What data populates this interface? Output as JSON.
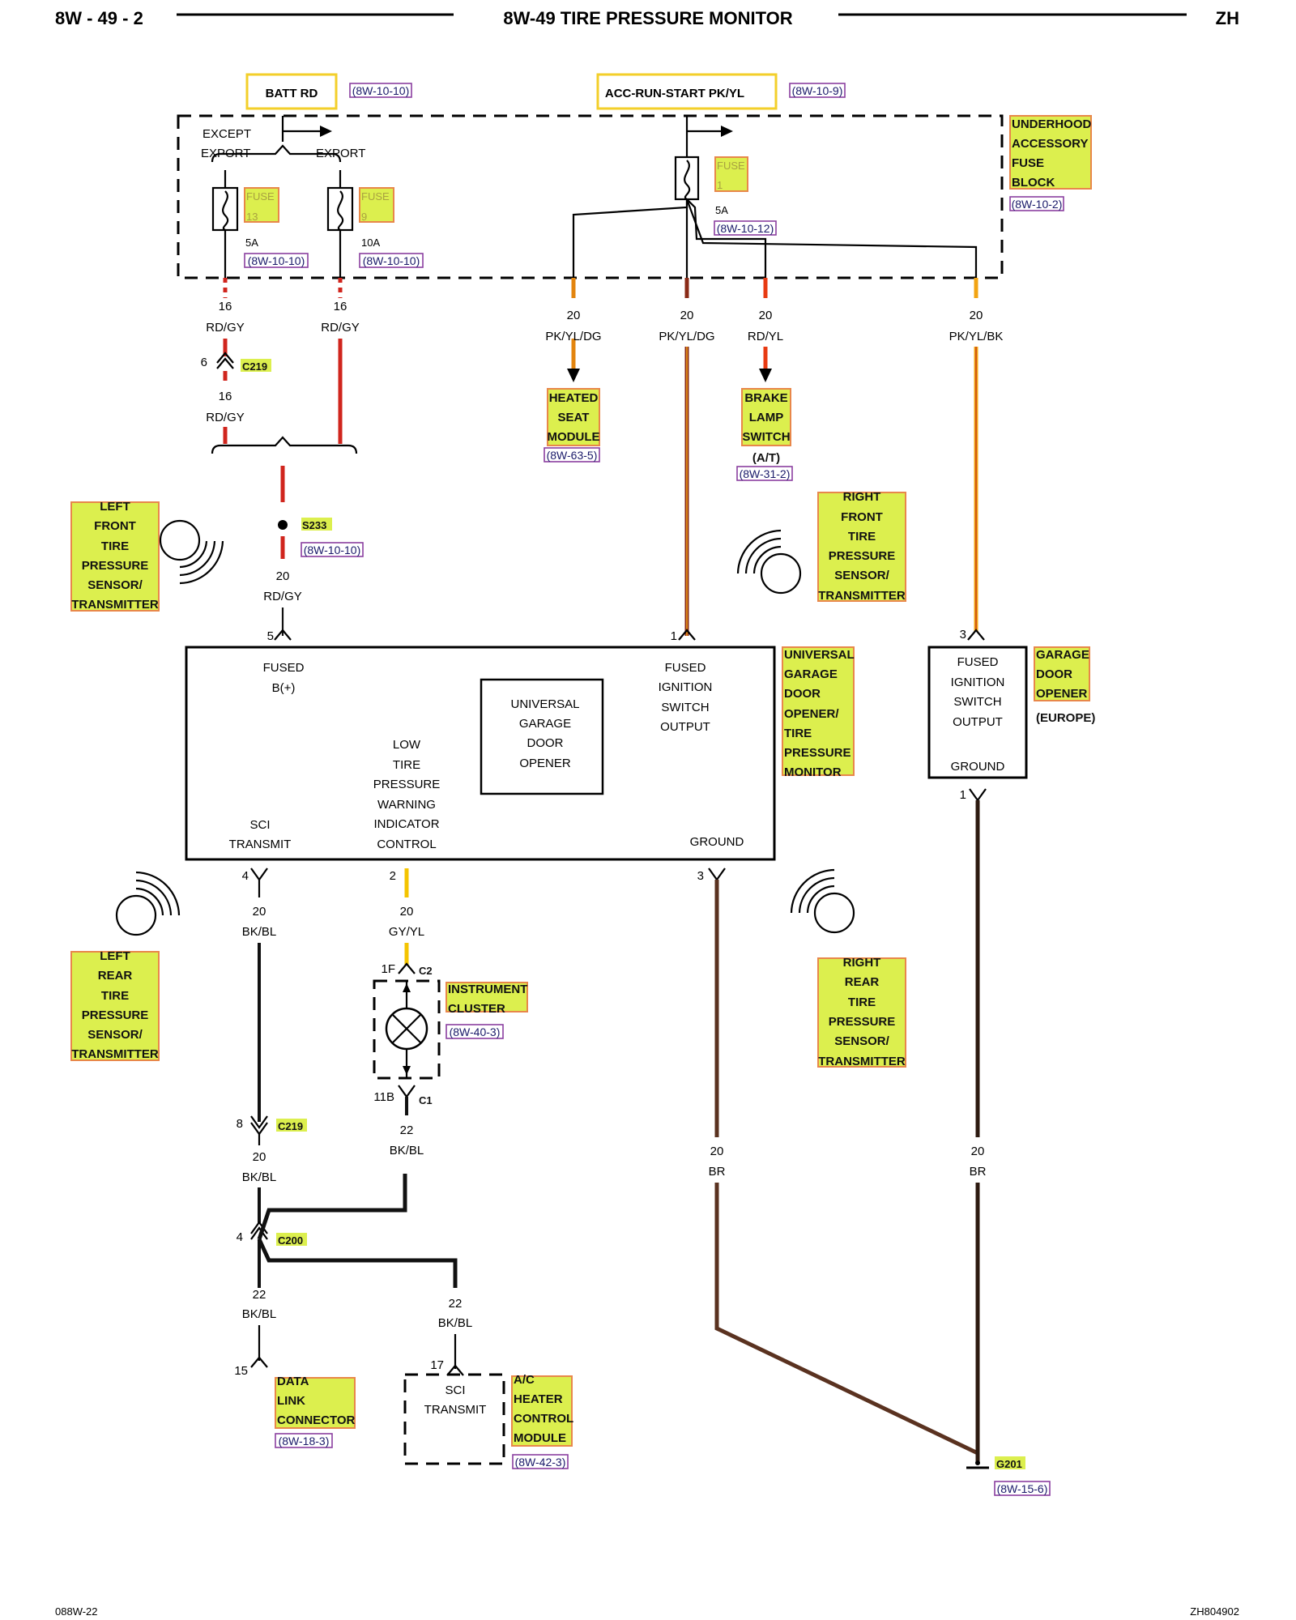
{
  "header": {
    "page_id": "8W - 49 - 2",
    "title": "8W-49 TIRE PRESSURE MONITOR",
    "code": "ZH"
  },
  "footer": {
    "left": "088W-22",
    "right": "ZH804902"
  },
  "sources": {
    "batt": {
      "label": "BATT RD",
      "ref": "(8W-10-10)"
    },
    "acc": {
      "label": "ACC-RUN-START PK/YL",
      "ref": "(8W-10-9)"
    }
  },
  "fuse_block": {
    "except_label": "EXCEPT\nEXPORT",
    "export_label": "EXPORT",
    "title": [
      "UNDERHOOD",
      "ACCESSORY",
      "FUSE",
      "BLOCK"
    ],
    "ref": "(8W-10-2)",
    "fuses": [
      {
        "name": "FUSE",
        "number": "13",
        "rating": "5A",
        "ref": "(8W-10-10)"
      },
      {
        "name": "FUSE",
        "number": "9",
        "rating": "10A",
        "ref": "(8W-10-10)"
      },
      {
        "name": "FUSE",
        "number": "1",
        "rating": "5A",
        "ref": "(8W-10-12)"
      }
    ]
  },
  "wires": {
    "w_rdgy_a": {
      "gauge": "16",
      "color": "RD/GY"
    },
    "w_rdgy_b": {
      "gauge": "16",
      "color": "RD/GY"
    },
    "w_rdgy_c": {
      "gauge": "16",
      "color": "RD/GY"
    },
    "w_rdgy_d": {
      "gauge": "20",
      "color": "RD/GY"
    },
    "w_heated": {
      "gauge": "20",
      "color": "PK/YL/DG"
    },
    "w_ign": {
      "gauge": "20",
      "color": "PK/YL/DG"
    },
    "w_brake": {
      "gauge": "20",
      "color": "RD/YL"
    },
    "w_europe": {
      "gauge": "20",
      "color": "PK/YL/BK"
    },
    "w_sci": {
      "gauge": "20",
      "color": "BK/BL"
    },
    "w_lamp": {
      "gauge": "20",
      "color": "GY/YL"
    },
    "w_sci2": {
      "gauge": "20",
      "color": "BK/BL"
    },
    "w_clust": {
      "gauge": "22",
      "color": "BK/BL"
    },
    "w_dlc": {
      "gauge": "22",
      "color": "BK/BL"
    },
    "w_ac": {
      "gauge": "22",
      "color": "BK/BL"
    },
    "w_gnd1": {
      "gauge": "20",
      "color": "BR"
    },
    "w_gnd2": {
      "gauge": "20",
      "color": "BR"
    }
  },
  "connectors": {
    "c219_top": {
      "pin": "6",
      "name": "C219"
    },
    "s233": {
      "name": "S233",
      "ref": "(8W-10-10)"
    },
    "c219_bot": {
      "pin": "8",
      "name": "C219"
    },
    "c200": {
      "pin": "4",
      "name": "C200"
    },
    "c2": {
      "pin": "1F",
      "name": "C2"
    },
    "c1": {
      "pin": "11B",
      "name": "C1"
    },
    "g201": {
      "name": "G201",
      "ref": "(8W-15-6)"
    }
  },
  "destinations": {
    "heated_seat": {
      "lines": [
        "HEATED",
        "SEAT",
        "MODULE"
      ],
      "ref": "(8W-63-5)"
    },
    "brake_lamp": {
      "lines": [
        "BRAKE",
        "LAMP",
        "SWITCH"
      ],
      "note": "(A/T)",
      "ref": "(8W-31-2)"
    },
    "instrument_cluster": {
      "lines": [
        "INSTRUMENT",
        "CLUSTER"
      ],
      "ref": "(8W-40-3)"
    },
    "dlc": {
      "lines": [
        "DATA",
        "LINK",
        "CONNECTOR"
      ],
      "ref": "(8W-18-3)",
      "pin": "15"
    },
    "ac_module": {
      "lines": [
        "A/C",
        "HEATER",
        "CONTROL",
        "MODULE"
      ],
      "ref": "(8W-42-3)",
      "pin": "17",
      "inner": "SCI\nTRANSMIT"
    }
  },
  "sensors": {
    "lf": [
      "LEFT",
      "FRONT",
      "TIRE",
      "PRESSURE",
      "SENSOR/",
      "TRANSMITTER"
    ],
    "rf": [
      "RIGHT",
      "FRONT",
      "TIRE",
      "PRESSURE",
      "SENSOR/",
      "TRANSMITTER"
    ],
    "lr": [
      "LEFT",
      "REAR",
      "TIRE",
      "PRESSURE",
      "SENSOR/",
      "TRANSMITTER"
    ],
    "rr": [
      "RIGHT",
      "REAR",
      "TIRE",
      "PRESSURE",
      "SENSOR/",
      "TRANSMITTER"
    ]
  },
  "module": {
    "title": [
      "UNIVERSAL",
      "GARAGE",
      "DOOR",
      "OPENER/",
      "TIRE",
      "PRESSURE",
      "MONITOR"
    ],
    "pin5": "5",
    "pin1": "1",
    "pin4": "4",
    "pin2": "2",
    "pin3": "3",
    "fused_b": "FUSED\nB(+)",
    "fused_ign": "FUSED\nIGNITION\nSWITCH\nOUTPUT",
    "inner_box": "UNIVERSAL\nGARAGE\nDOOR\nOPENER",
    "lamp_ctrl": "LOW\nTIRE\nPRESSURE\nWARNING\nINDICATOR\nCONTROL",
    "sci": "SCI\nTRANSMIT",
    "ground": "GROUND"
  },
  "europe_module": {
    "title": [
      "GARAGE",
      "DOOR",
      "OPENER"
    ],
    "note": "(EUROPE)",
    "pin3": "3",
    "pin1": "1",
    "fused_ign": "FUSED\nIGNITION\nSWITCH\nOUTPUT",
    "ground": "GROUND"
  },
  "colors": {
    "red": "#d0251d",
    "yellow": "#f4c400",
    "black": "#111111",
    "brown": "#5a3220",
    "highlight": "#dcef4e"
  }
}
